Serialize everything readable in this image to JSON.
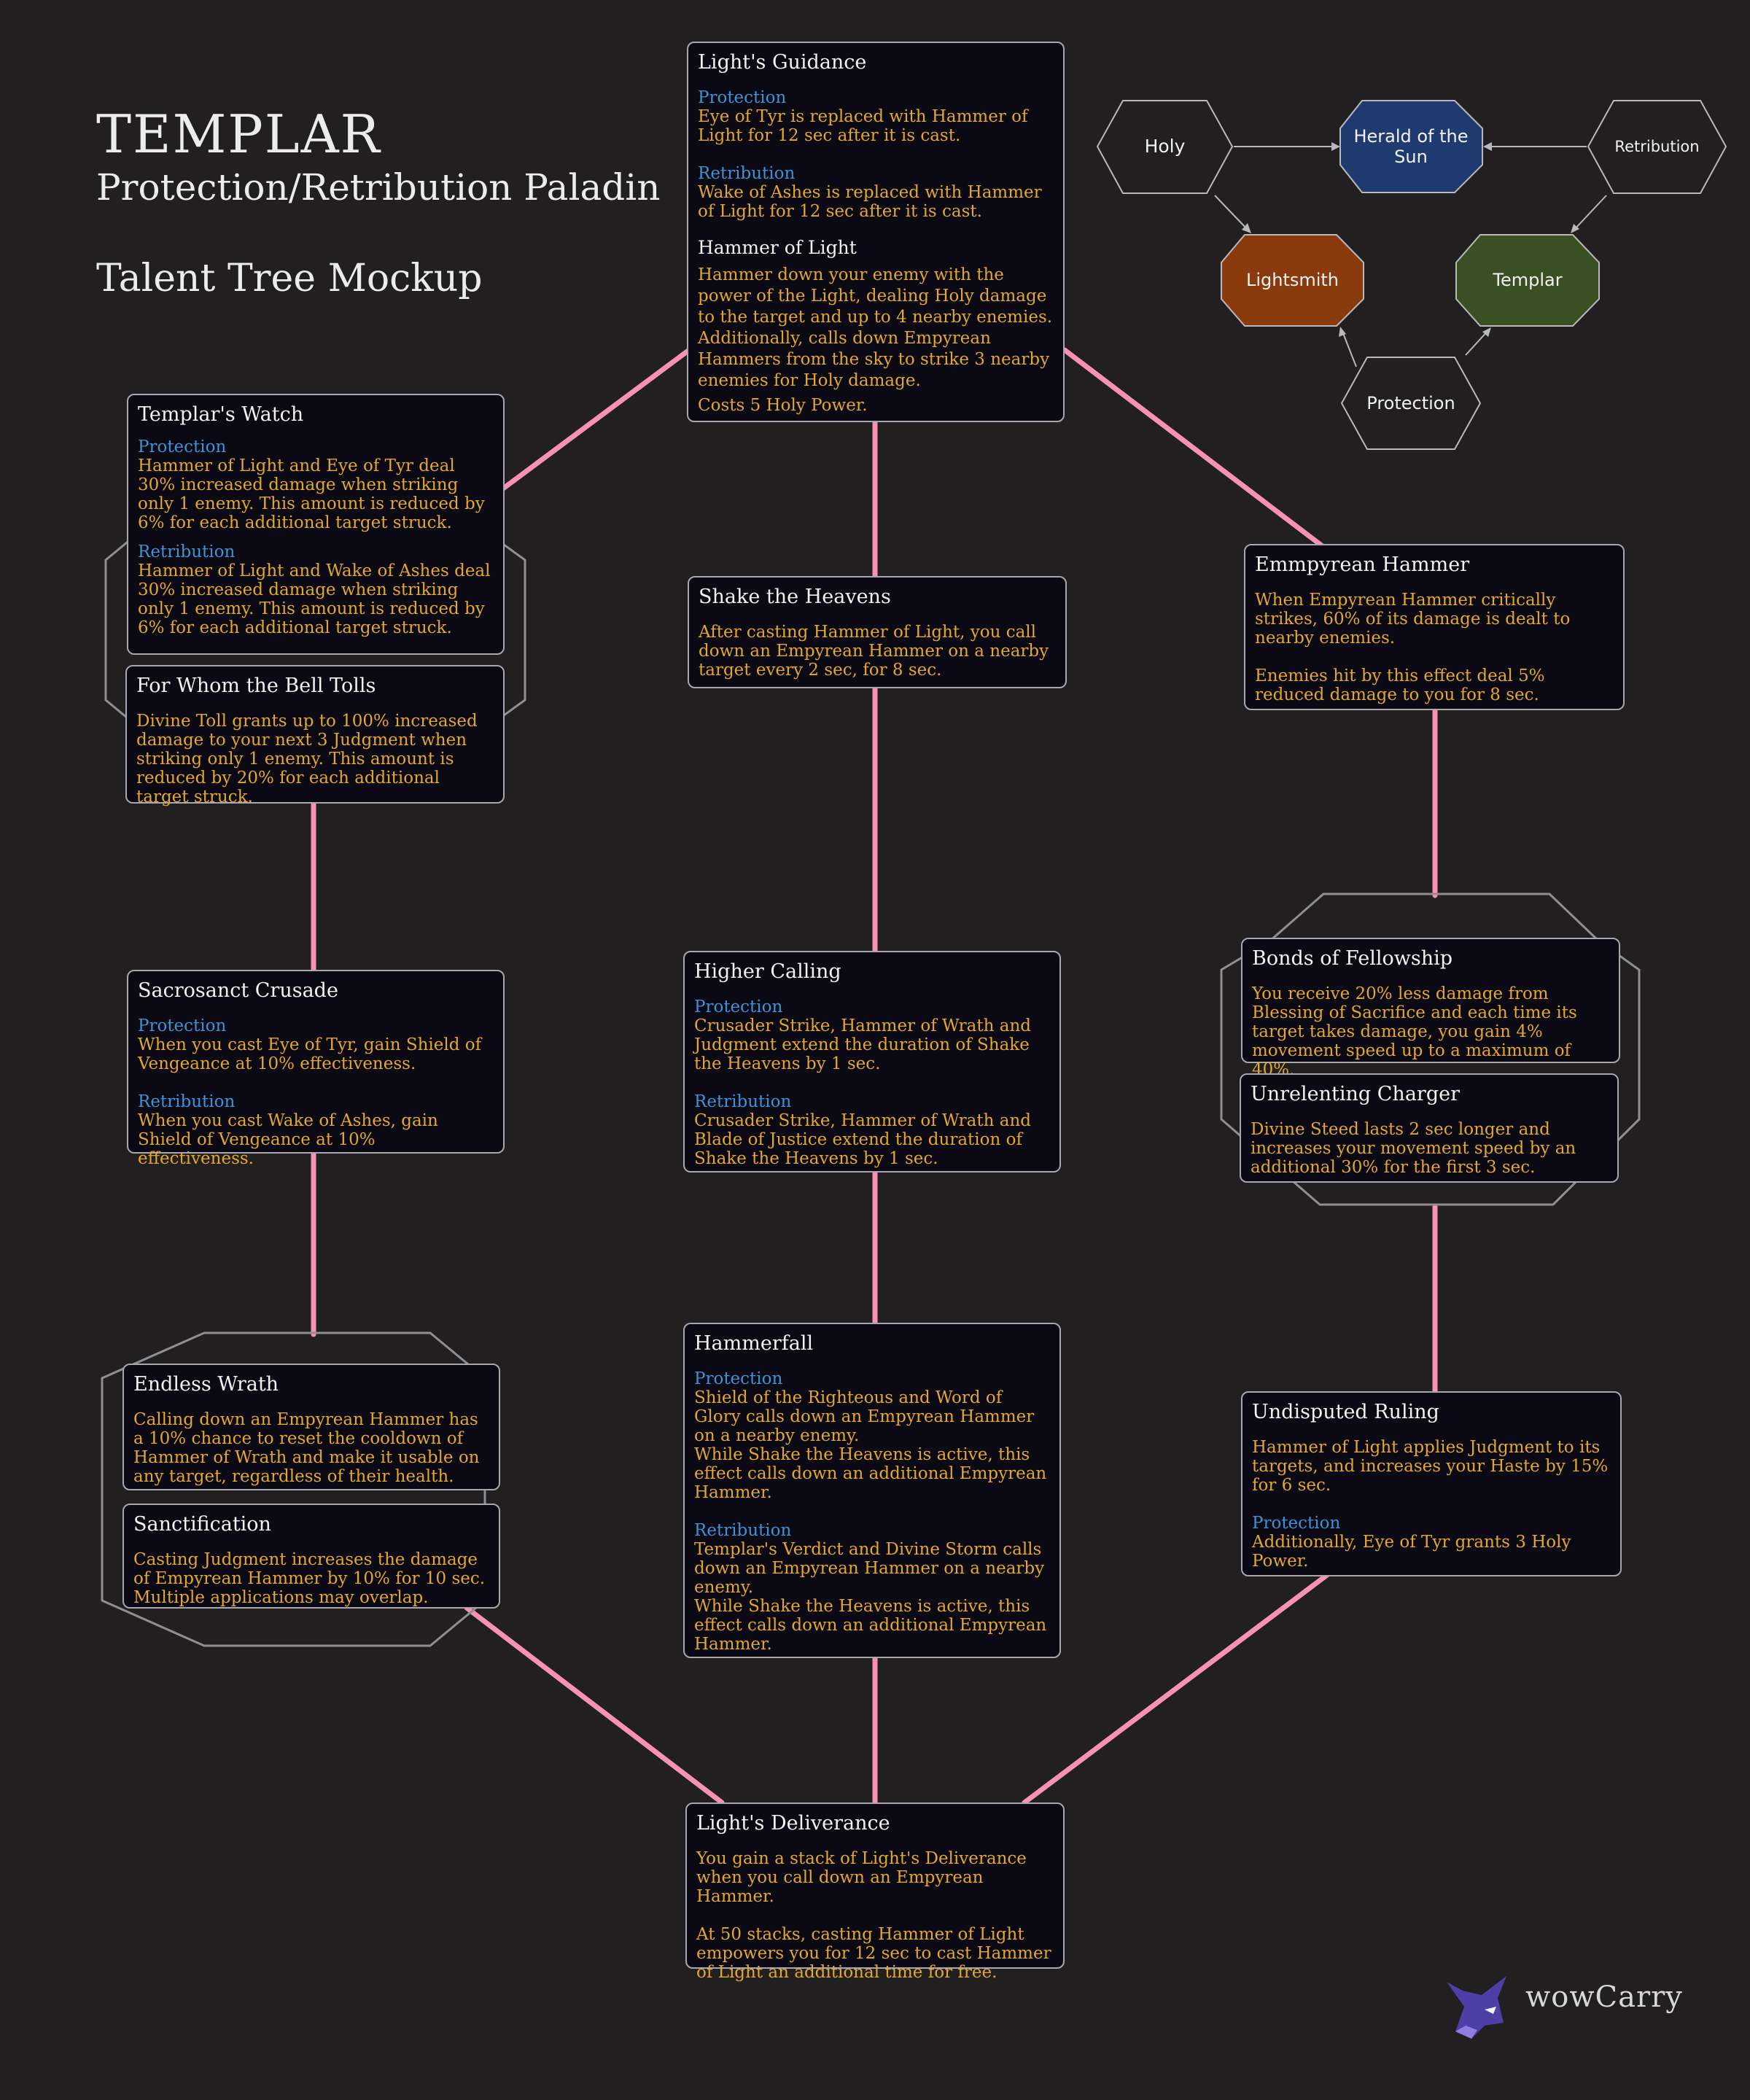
{
  "header": {
    "title": "TEMPLAR",
    "subtitle": "Protection/Retribution Paladin",
    "mockup": "Talent Tree Mockup"
  },
  "colors": {
    "background": "#221f21",
    "card_bg": "#0b0a14",
    "description": "#e3a731",
    "spec_label": "#3d93d6",
    "connector": "#f792b4",
    "herald_fill": "#1f3a6e",
    "lightsmith_fill": "#8a3b0d",
    "templar_fill": "#3b4f24"
  },
  "hero_tree": {
    "holy": "Holy",
    "herald": "Herald of the Sun",
    "retribution": "Retribution",
    "lightsmith": "Lightsmith",
    "templar": "Templar",
    "protection": "Protection"
  },
  "talents": {
    "lights_guidance": {
      "title": "Light's Guidance",
      "prot_label": "Protection",
      "prot_text": "Eye of Tyr is replaced with Hammer of Light for 12 sec after it is cast.",
      "ret_label": "Retribution",
      "ret_text": "Wake of Ashes is replaced with Hammer of Light for 12 sec after it is cast.",
      "sub_title": "Hammer of Light",
      "sub_text": "Hammer down your enemy with the power of the Light, dealing Holy damage to the target and up to 4 nearby enemies. Additionally, calls down Empyrean Hammers from the sky to strike 3 nearby enemies for Holy damage.",
      "cost": "Costs 5 Holy Power."
    },
    "templars_watch": {
      "title": "Templar's Watch",
      "prot_label": "Protection",
      "prot_text": "Hammer of Light and Eye of Tyr deal 30% increased damage when striking only 1 enemy. This amount is reduced by 6% for each additional target struck.",
      "ret_label": "Retribution",
      "ret_text": "Hammer of Light and Wake of Ashes deal 30% increased damage when striking only 1 enemy. This amount is reduced by 6% for each additional target struck."
    },
    "for_whom": {
      "title": "For Whom the Bell Tolls",
      "text": "Divine Toll grants up to 100% increased damage to your next 3 Judgment when striking only 1 enemy. This amount is reduced by 20% for each additional target struck."
    },
    "shake": {
      "title": "Shake the Heavens",
      "text": "After casting Hammer of Light, you call down an Empyrean Hammer on a nearby target every 2 sec, for 8 sec."
    },
    "emmpyrean": {
      "title": "Emmpyrean Hammer",
      "text1": "When Empyrean Hammer critically strikes, 60% of its damage is dealt to nearby enemies.",
      "text2": "Enemies hit by this effect deal 5% reduced damage to you for 8 sec."
    },
    "sacrosanct": {
      "title": "Sacrosanct Crusade",
      "prot_label": "Protection",
      "prot_text": "When you cast Eye of Tyr, gain Shield of Vengeance at 10% effectiveness.",
      "ret_label": "Retribution",
      "ret_text": "When you cast Wake of Ashes, gain Shield of Vengeance at 10% effectiveness."
    },
    "higher_calling": {
      "title": "Higher Calling",
      "prot_label": "Protection",
      "prot_text": "Crusader Strike, Hammer of Wrath and Judgment extend the duration of Shake the Heavens by 1 sec.",
      "ret_label": "Retribution",
      "ret_text": "Crusader Strike, Hammer of Wrath and Blade of Justice extend the duration of Shake the Heavens by 1 sec."
    },
    "bonds": {
      "title": "Bonds of Fellowship",
      "text": "You receive 20% less damage from Blessing of Sacrifice and each time its target takes damage, you gain 4% movement speed up to a maximum of 40%."
    },
    "unrelenting": {
      "title": "Unrelenting Charger",
      "text": "Divine Steed lasts 2 sec longer and increases your movement speed by an additional 30% for the first 3 sec."
    },
    "endless": {
      "title": "Endless Wrath",
      "text": "Calling down an Empyrean Hammer has a 10% chance to reset the cooldown of Hammer of Wrath and make it usable on any target, regardless of their health."
    },
    "sanctification": {
      "title": "Sanctification",
      "text": "Casting Judgment increases the damage of Empyrean Hammer by 10% for 10 sec. Multiple applications may overlap."
    },
    "hammerfall": {
      "title": "Hammerfall",
      "prot_label": "Protection",
      "prot_text1": "Shield of the Righteous and Word of Glory calls down an Empyrean Hammer on a nearby enemy.",
      "prot_text2": "While Shake the Heavens is active, this effect calls down an additional Empyrean Hammer.",
      "ret_label": "Retribution",
      "ret_text1": "Templar's Verdict and Divine Storm calls down an Empyrean Hammer on a nearby enemy.",
      "ret_text2": "While Shake the Heavens is active, this effect calls down an additional Empyrean Hammer."
    },
    "undisputed": {
      "title": "Undisputed Ruling",
      "text": "Hammer of Light applies Judgment to its targets, and increases your Haste by 15% for 6 sec.",
      "prot_label": "Protection",
      "prot_text": "Additionally, Eye of Tyr grants 3 Holy Power."
    },
    "deliverance": {
      "title": "Light's Deliverance",
      "text1": "You gain a stack of Light's Deliverance when you call down an Empyrean Hammer.",
      "text2": "At 50 stacks, casting Hammer of Light empowers you for 12 sec to cast Hammer of Light an additional time for free."
    }
  },
  "brand": "wowCarry"
}
